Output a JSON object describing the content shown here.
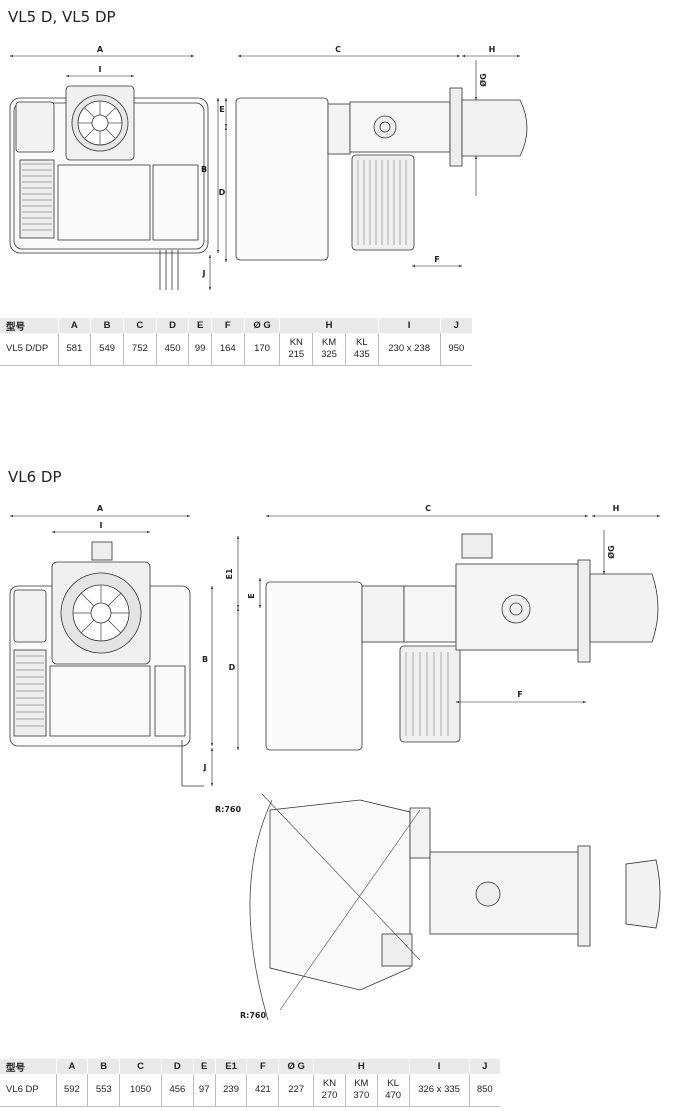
{
  "section1": {
    "title": "VL5 D, VL5 DP",
    "dim_labels": {
      "A": "A",
      "B": "B",
      "C": "C",
      "D": "D",
      "E": "E",
      "F": "F",
      "G": "ØG",
      "H": "H",
      "I": "I",
      "J": "J"
    },
    "table": {
      "headers": [
        "型号",
        "A",
        "B",
        "C",
        "D",
        "E",
        "F",
        "Ø G",
        "H",
        "I",
        "J"
      ],
      "row": {
        "model": "VL5 D/DP",
        "A": "581",
        "B": "549",
        "C": "752",
        "D": "450",
        "E": "99",
        "F": "164",
        "G": "170",
        "H": [
          {
            "k": "KN",
            "v": "215"
          },
          {
            "k": "KM",
            "v": "325"
          },
          {
            "k": "KL",
            "v": "435"
          }
        ],
        "I": "230 x 238",
        "J": "950"
      }
    }
  },
  "section2": {
    "title": "VL6 DP",
    "dim_labels": {
      "A": "A",
      "B": "B",
      "C": "C",
      "D": "D",
      "E": "E",
      "E1": "E1",
      "F": "F",
      "G": "ØG",
      "H": "H",
      "I": "I",
      "J": "J"
    },
    "radius_labels": [
      "R:760",
      "R:760"
    ],
    "table": {
      "headers": [
        "型号",
        "A",
        "B",
        "C",
        "D",
        "E",
        "E1",
        "F",
        "Ø G",
        "H",
        "I",
        "J"
      ],
      "row": {
        "model": "VL6 DP",
        "A": "592",
        "B": "553",
        "C": "1050",
        "D": "456",
        "E": "97",
        "E1": "239",
        "F": "421",
        "G": "227",
        "H": [
          {
            "k": "KN",
            "v": "270"
          },
          {
            "k": "KM",
            "v": "370"
          },
          {
            "k": "KL",
            "v": "470"
          }
        ],
        "I": "326 x 335",
        "J": "850"
      }
    }
  }
}
